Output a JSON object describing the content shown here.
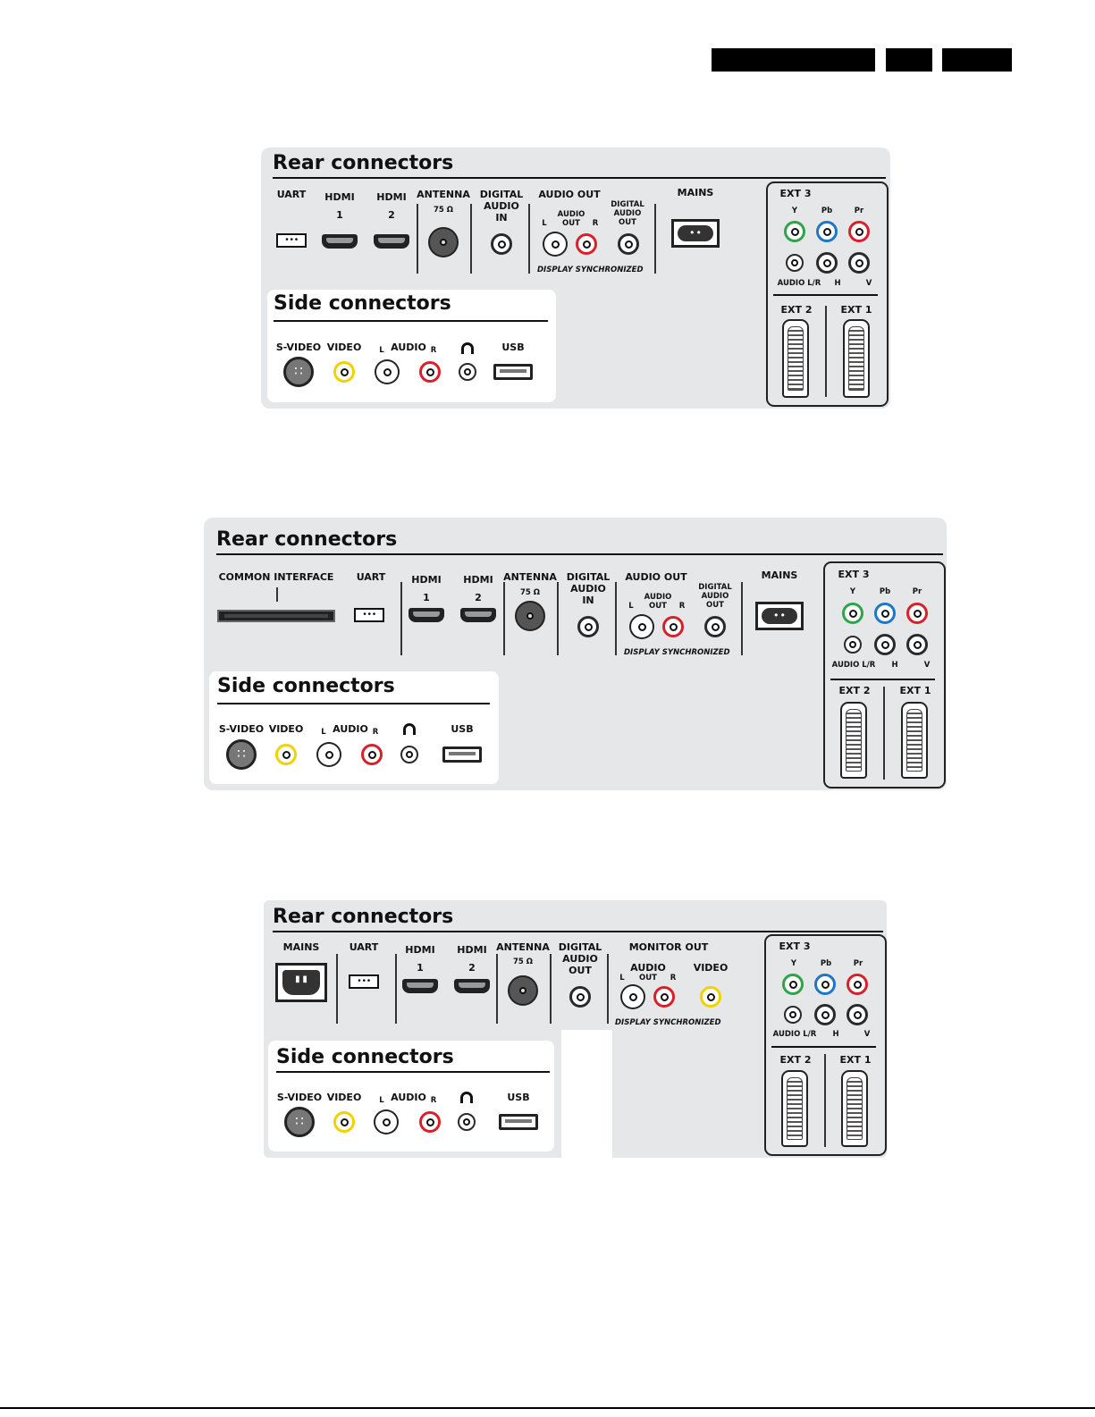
{
  "labels": {
    "rear_title": "Rear connectors",
    "side_title": "Side connectors",
    "uart": "UART",
    "hdmi1": "HDMI\n1",
    "hdmi2": "HDMI\n2",
    "antenna": "ANTENNA",
    "ohm": "75 Ω",
    "digital_audio_in": "DIGITAL\nAUDIO\nIN",
    "digital_audio_out": "DIGITAL\nAUDIO\nOUT",
    "audio_out": "AUDIO OUT",
    "audio_out_small": "AUDIO\nOUT",
    "digital_audio_out_small": "DIGITAL\nAUDIO\nOUT",
    "monitor_out": "MONITOR OUT",
    "mains": "MAINS",
    "common_interface": "COMMON INTERFACE",
    "l": "L",
    "r": "R",
    "audio": "AUDIO",
    "video": "VIDEO",
    "svideo": "S-VIDEO",
    "usb": "USB",
    "display_sync": "DISPLAY SYNCHRONIZED",
    "ext3": "EXT 3",
    "ext2": "EXT 2",
    "ext1": "EXT 1",
    "y": "Y",
    "pb": "Pb",
    "pr": "Pr",
    "audio_lr": "AUDIO L/R",
    "h": "H",
    "v": "V"
  },
  "panels": [
    {
      "variant": "standard"
    },
    {
      "variant": "common-interface"
    },
    {
      "variant": "monitor-out"
    }
  ],
  "colors": {
    "panel_bg": "#e6e7e9",
    "jack_red": "#d8202a",
    "jack_green": "#2fa34a",
    "jack_blue": "#1d76c8",
    "jack_yellow": "#f0d200"
  }
}
